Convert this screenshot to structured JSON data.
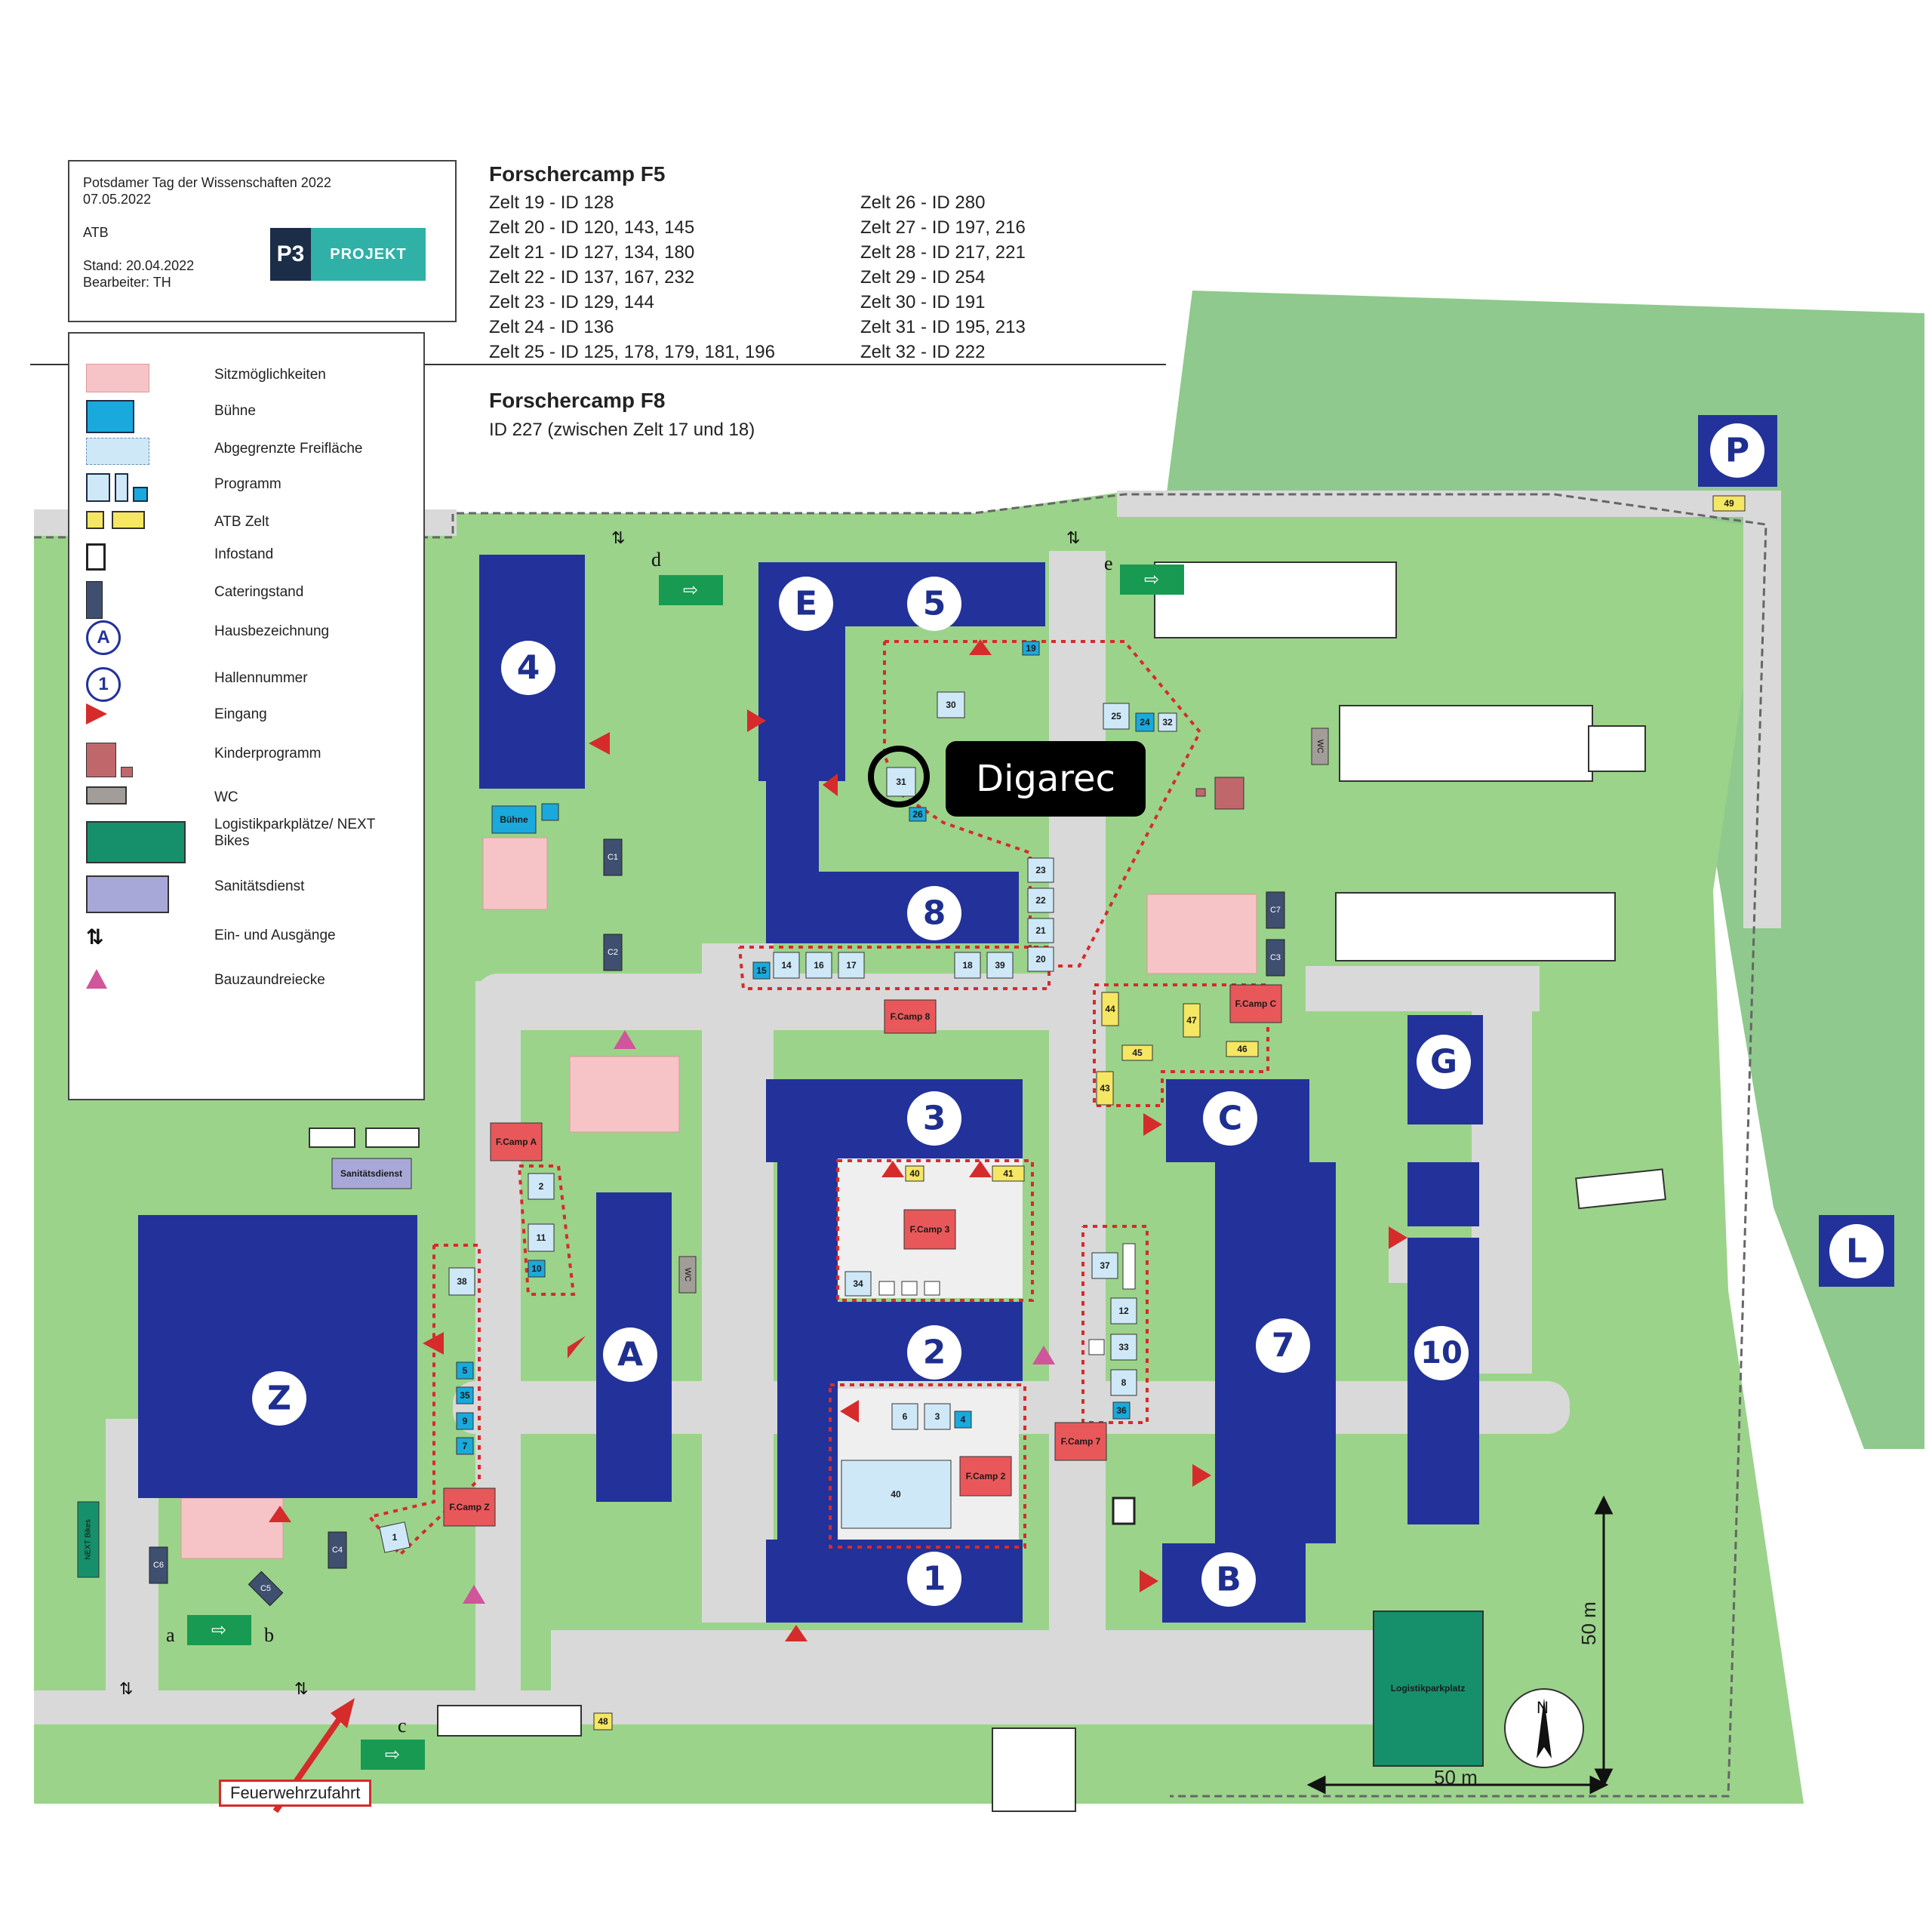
{
  "header": {
    "title": "Potsdamer Tag der Wissenschaften 2022",
    "date": "07.05.2022",
    "org": "ATB",
    "stand": "Stand: 20.04.2022",
    "bearbeiter": "Bearbeiter: TH",
    "logo_left": "P3",
    "logo_right": "PROJEKT"
  },
  "camp_f5": {
    "title": "Forschercamp F5",
    "left": [
      "Zelt 19 - ID 128",
      "Zelt 20 - ID 120, 143, 145",
      "Zelt 21 - ID 127, 134, 180",
      "Zelt 22 - ID 137, 167, 232",
      "Zelt 23 - ID 129, 144",
      "Zelt 24 - ID 136",
      "Zelt 25 - ID 125, 178, 179, 181, 196"
    ],
    "right": [
      "Zelt 26 - ID 280",
      "Zelt 27 - ID 197, 216",
      "Zelt 28 - ID 217, 221",
      "Zelt 29 - ID 254",
      "Zelt 30 - ID 191",
      "Zelt 31 - ID 195, 213",
      "Zelt 32 - ID 222"
    ]
  },
  "camp_f8": {
    "title": "Forschercamp F8",
    "text": "ID 227 (zwischen Zelt 17 und 18)"
  },
  "legend": [
    {
      "label": "Sitzmöglichkeiten",
      "icon": "seating-swatch"
    },
    {
      "label": "Bühne",
      "icon": "stage-swatch"
    },
    {
      "label": "Abgegrenzte Freifläche",
      "icon": "open-area-swatch"
    },
    {
      "label": "Programm",
      "icon": "program-swatch"
    },
    {
      "label": "ATB Zelt",
      "icon": "atb-tent-swatch"
    },
    {
      "label": "Infostand",
      "icon": "info-stand-swatch"
    },
    {
      "label": "Cateringstand",
      "icon": "catering-swatch"
    },
    {
      "label": "Hausbezeichnung",
      "icon": "house-letter-icon"
    },
    {
      "label": "Hallennummer",
      "icon": "hall-number-icon"
    },
    {
      "label": "Eingang",
      "icon": "entrance-icon"
    },
    {
      "label": "Kinderprogramm",
      "icon": "kids-program-swatch"
    },
    {
      "label": "WC",
      "icon": "wc-swatch"
    },
    {
      "label": "Logistikparkplätze/ NEXT Bikes",
      "icon": "logistics-swatch"
    },
    {
      "label": "Sanitätsdienst",
      "icon": "medical-swatch"
    },
    {
      "label": "Ein- und Ausgänge",
      "icon": "in-out-icon"
    },
    {
      "label": "Bauzaundreiecke",
      "icon": "fence-triangle-icon"
    }
  ],
  "buildings": {
    "letters": [
      "4",
      "E",
      "5",
      "8",
      "3",
      "2",
      "1",
      "A",
      "Z",
      "C",
      "7",
      "B",
      "G",
      "10",
      "P",
      "L"
    ]
  },
  "tents": {
    "f5": [
      "19",
      "30",
      "25",
      "24",
      "32",
      "31",
      "23",
      "22",
      "21",
      "20",
      "26"
    ],
    "f8": [
      "15",
      "14",
      "16",
      "17",
      "18",
      "39"
    ],
    "mid": [
      "40",
      "41",
      "34",
      "6",
      "3",
      "4",
      "40"
    ],
    "left": [
      "2",
      "11",
      "10",
      "38",
      "5",
      "35",
      "9",
      "7",
      "1"
    ],
    "right": [
      "37",
      "12",
      "33",
      "8",
      "36"
    ],
    "atb": [
      "44",
      "45",
      "47",
      "46",
      "43",
      "48",
      "49"
    ]
  },
  "camps": [
    "F.Camp 8",
    "F.Camp A",
    "F.Camp 3",
    "F.Camp 2",
    "F.Camp C",
    "F.Camp 7",
    "F.Camp Z"
  ],
  "catering": [
    "C1",
    "C2",
    "C7",
    "C3",
    "C4",
    "C5",
    "C6"
  ],
  "misc": {
    "buehne": "Bühne",
    "sani": "Sanitätsdienst",
    "next_bikes": "NEXT Bikes",
    "logistik": "Logistikparkplatz",
    "wc": "WC",
    "highlight": "Digarec",
    "fw": "Feuerwehrzufahrt",
    "scale_v": "50 m",
    "scale_h": "50 m",
    "north": "N",
    "gates": [
      "a",
      "b",
      "c",
      "d",
      "e"
    ]
  },
  "colors": {
    "building": "#22329a",
    "grass": "#9bd38a",
    "park": "#8fc98d",
    "road": "#d9d9d9",
    "program": "#cfe8f7",
    "stage": "#1aa9dc",
    "atb": "#f5e663",
    "camp": "#e8585a",
    "seating": "#f6c4c7",
    "catering": "#3f4f6f",
    "logistics": "#15906a"
  }
}
